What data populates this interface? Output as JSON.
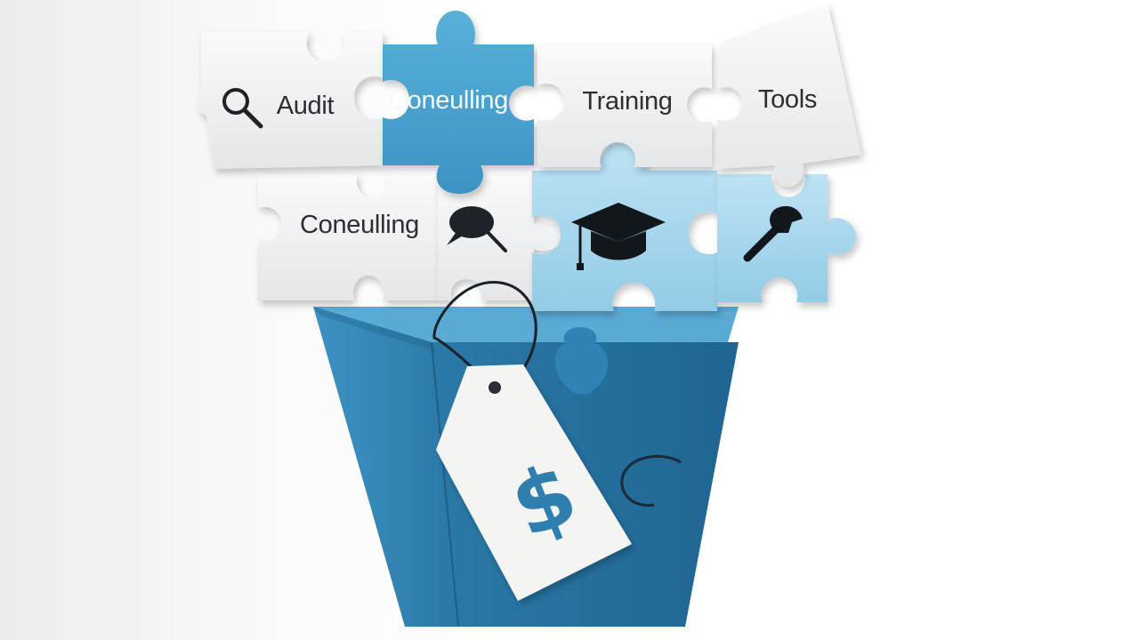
{
  "puzzle": {
    "top_row": {
      "audit_label": "Audit",
      "consulting_label": "Coneulling",
      "training_label": "Training",
      "tools_label": "Tools"
    },
    "second_row": {
      "consulting_label": "Coneulling"
    }
  },
  "price_tag": {
    "symbol": "$"
  },
  "icons": {
    "audit": "magnifier-icon",
    "consulting": "chat-bubble-icon",
    "training": "graduation-cap-icon",
    "tools": "wrench-icon",
    "price": "price-tag-icon"
  },
  "colors": {
    "piece_white": "#f2f3f4",
    "piece_blue": "#4aa3cf",
    "piece_light_blue": "#a9d8ee",
    "box_blue": "#2f82b3",
    "box_dark": "#226a96",
    "text_dark": "#2a2f36"
  }
}
